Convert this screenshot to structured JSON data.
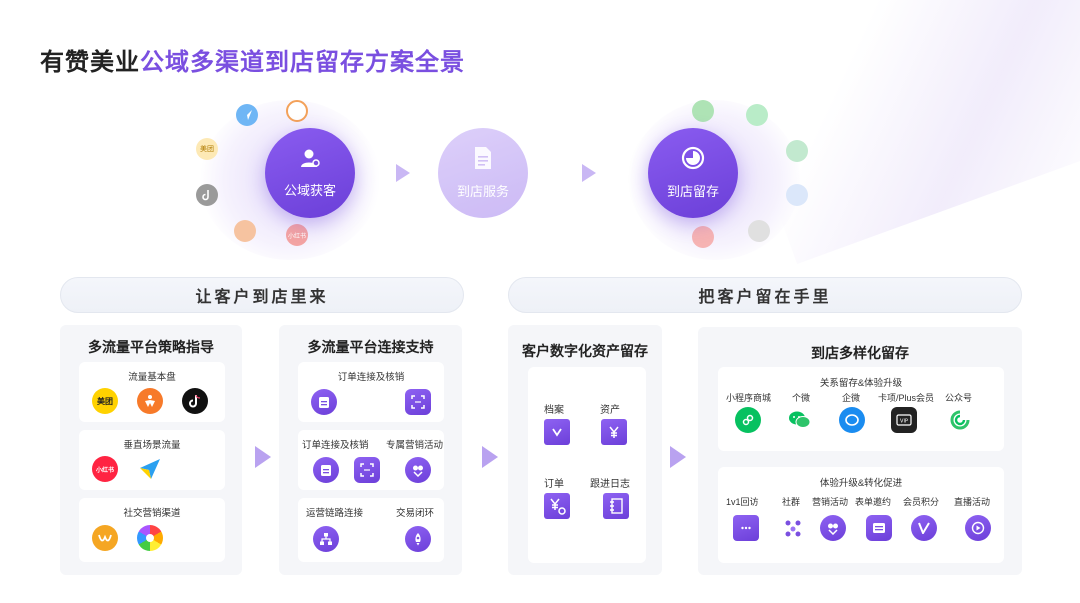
{
  "title": {
    "prefix": "有赞美业",
    "highlight": "公域多渠道到店留存方案全景"
  },
  "stages": [
    {
      "label": "公域获客",
      "icon": "user-gear-icon"
    },
    {
      "label": "到店服务",
      "icon": "document-icon"
    },
    {
      "label": "到店留存",
      "icon": "pie-chart-icon"
    }
  ],
  "orbit_left": {
    "meituan": "美团",
    "xiaohongshu": "小红书"
  },
  "sections": {
    "left_pill": "让客户到店里来",
    "right_pill": "把客户留在手里"
  },
  "card1": {
    "title": "多流量平台策略指导",
    "groups": [
      {
        "label": "流量基本盘",
        "logos": [
          "美团",
          "点评",
          "抖音"
        ]
      },
      {
        "label": "垂直场景流量",
        "logos": [
          "小红书",
          "高德"
        ]
      },
      {
        "label": "社交营销渠道",
        "logos": [
          "微博",
          "快手"
        ]
      }
    ]
  },
  "card2": {
    "title": "多流量平台连接支持",
    "groups": [
      {
        "label": "订单连接及核销"
      },
      {
        "labels": [
          "订单连接及核销",
          "专属营销活动"
        ]
      },
      {
        "labels": [
          "运营链路连接",
          "交易闭环"
        ]
      }
    ]
  },
  "card3": {
    "title": "客户数字化资产留存",
    "items": [
      "档案",
      "资产",
      "订单",
      "跟进日志"
    ]
  },
  "card4": {
    "title": "到店多样化留存",
    "group1": {
      "label": "关系留存&体验升级",
      "items": [
        "小程序商城",
        "个微",
        "企微",
        "卡项/Plus会员",
        "公众号"
      ]
    },
    "group2": {
      "label": "体验升级&转化促进",
      "items": [
        "1v1回访",
        "社群",
        "营销活动",
        "表单邀约",
        "会员积分",
        "直播活动"
      ]
    }
  },
  "colors": {
    "accent": "#7a4fe0",
    "accent_light": "#c9b7f4",
    "card_bg": "#f5f6f9"
  }
}
